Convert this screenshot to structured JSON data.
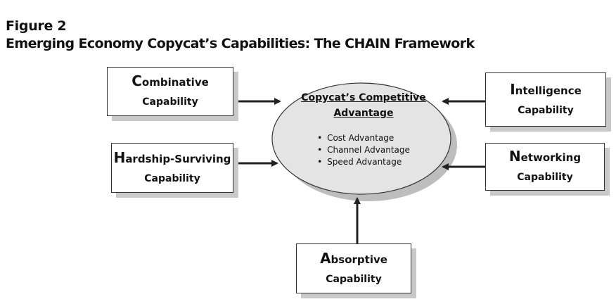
{
  "figure": {
    "label": "Figure 2",
    "title": "Emerging Economy Copycat’s Capabilities: The CHAIN Framework"
  },
  "center": {
    "title_line1": "Copycat’s Competitive",
    "title_line2": "Advantage",
    "bullets": [
      "Cost Advantage",
      "Channel Advantage",
      "Speed Advantage"
    ]
  },
  "capabilities": {
    "combinative": {
      "initial": "C",
      "rest": "ombinative",
      "line2": "Capability"
    },
    "hardship": {
      "initial": "H",
      "rest": "ardship-Surviving",
      "line2": "Capability"
    },
    "absorptive": {
      "initial": "A",
      "rest": "bsorptive",
      "line2": "Capability"
    },
    "intelligence": {
      "initial": "I",
      "rest": "ntelligence",
      "line2": "Capability"
    },
    "networking": {
      "initial": "N",
      "rest": "etworking",
      "line2": "Capability"
    }
  },
  "colors": {
    "ellipse_fill": "#e4e4e4",
    "ellipse_shadow": "#bdbdbd",
    "box_shadow": "#c9c9c9",
    "stroke": "#222222"
  }
}
